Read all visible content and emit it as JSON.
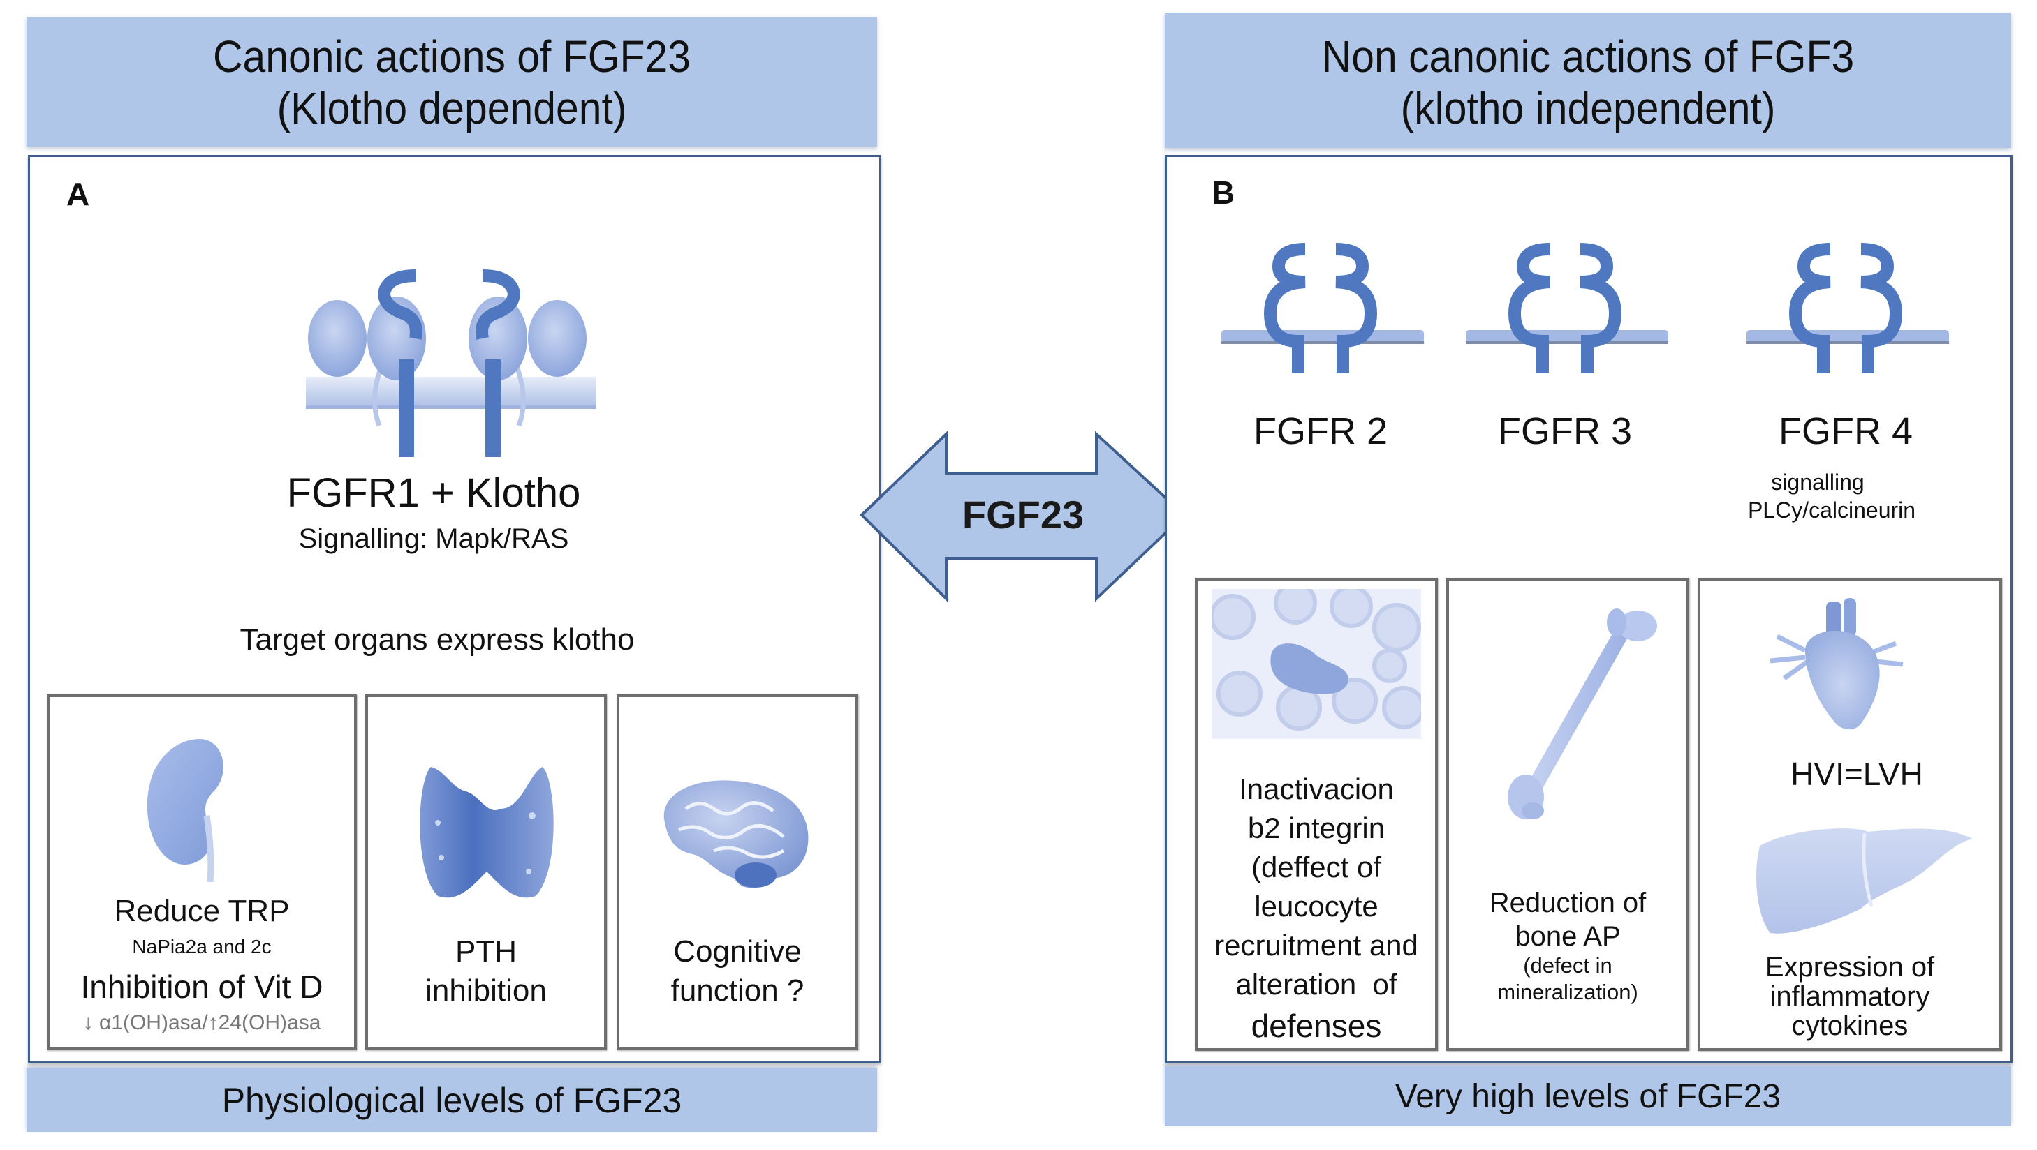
{
  "colors": {
    "header_fill": "#b0c6e8",
    "panel_border": "#3e5f8f",
    "receptor_blue": "#4f78c0",
    "organ_blue": "#8fa8dc",
    "card_border": "#6e6e6e",
    "arrow_fill": "#b0c6e8"
  },
  "left": {
    "header_line1": "Canonic actions of FGF23",
    "header_line2": "(Klotho dependent)",
    "panel_letter": "A",
    "receptor_icon": "fgfr1-klotho-receptor-icon",
    "receptor_label": "FGFR1 + Klotho",
    "signalling": "Signalling: Mapk/RAS",
    "target_text": "Target organs express klotho",
    "cards": [
      {
        "icon": "kidney-icon",
        "title": "Reduce TRP",
        "subtitle": "NaPia2a and 2c",
        "line3": "Inhibition of Vit D",
        "line4": "↓ α1(OH)asa/↑24(OH)asa"
      },
      {
        "icon": "parathyroid-icon",
        "line1": "PTH",
        "line2": "inhibition"
      },
      {
        "icon": "brain-icon",
        "line1": "Cognitive",
        "line2": "function ?"
      }
    ],
    "footer": "Physiological levels of FGF23"
  },
  "arrow": {
    "label": "FGF23",
    "icon": "double-arrow-icon"
  },
  "right": {
    "header_line1": "Non canonic actions of FGF3",
    "header_line2": "(klotho independent)",
    "panel_letter": "B",
    "receptors": [
      {
        "label": "FGFR 2",
        "icon": "fgfr-receptor-icon"
      },
      {
        "label": "FGFR 3",
        "icon": "fgfr-receptor-icon"
      },
      {
        "label": "FGFR 4",
        "icon": "fgfr-receptor-icon"
      }
    ],
    "fgfr4_signalling_line1": "signalling",
    "fgfr4_signalling_line2": "PLCy/calcineurin",
    "cards": [
      {
        "icon": "leucocyte-icon",
        "lines": [
          "Inactivacion",
          "b2 integrin",
          "(deffect of",
          "leucocyte",
          "recruitment and",
          "alteration  of",
          "defenses"
        ]
      },
      {
        "icon": "bone-icon",
        "title1": "Reduction of",
        "title2": "bone AP",
        "sub1": "(defect in",
        "sub2": "mineralization)"
      },
      {
        "icon1": "heart-icon",
        "label1": "HVI=LVH",
        "icon2": "liver-icon",
        "lines": [
          "Expression of",
          "inflammatory",
          "cytokines"
        ]
      }
    ],
    "footer": "Very high levels of FGF23"
  }
}
